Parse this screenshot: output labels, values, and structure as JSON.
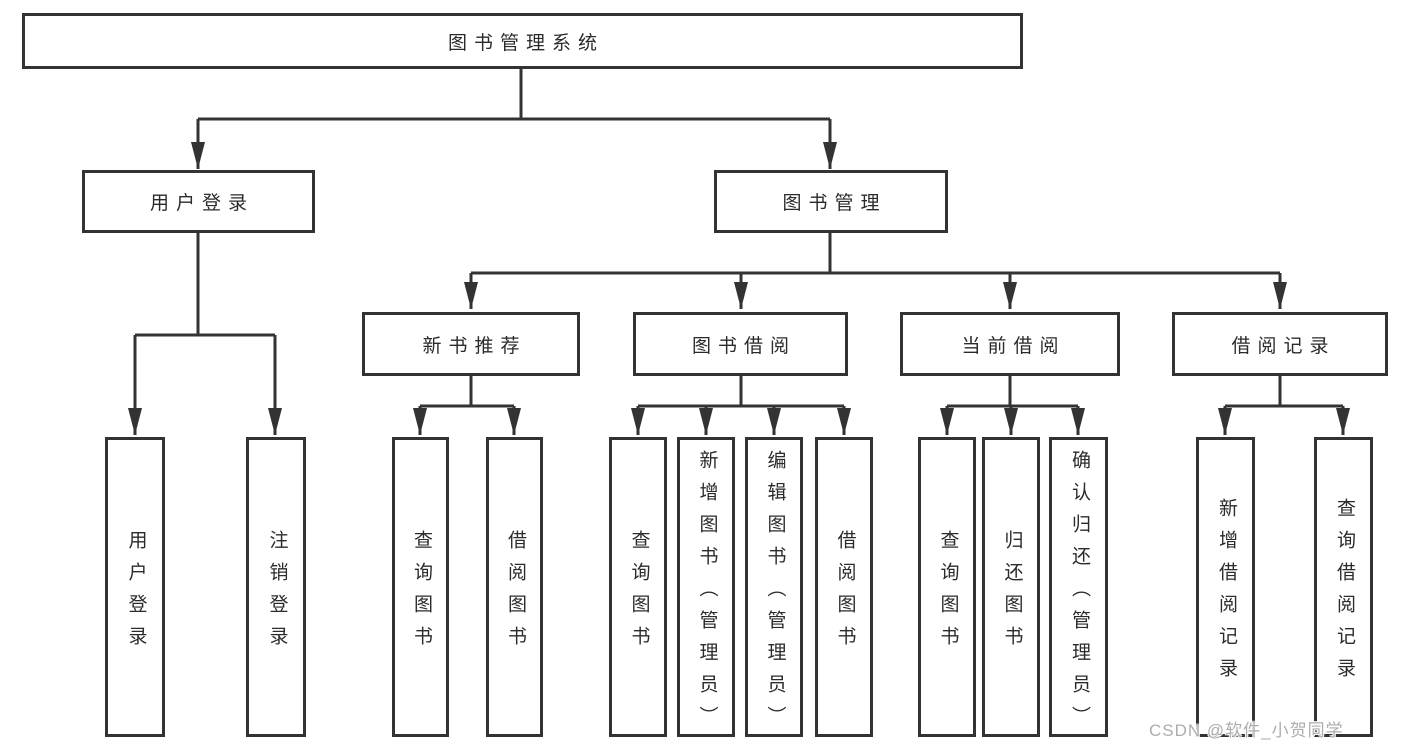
{
  "tree": {
    "label": "图书管理系统",
    "children": [
      {
        "label": "用户登录",
        "children": [
          {
            "label": "用户登录"
          },
          {
            "label": "注销登录"
          }
        ]
      },
      {
        "label": "图书管理",
        "children": [
          {
            "label": "新书推荐",
            "children": [
              {
                "label": "查询图书"
              },
              {
                "label": "借阅图书"
              }
            ]
          },
          {
            "label": "图书借阅",
            "children": [
              {
                "label": "查询图书"
              },
              {
                "label": "新增图书（管理员）"
              },
              {
                "label": "编辑图书（管理员）"
              },
              {
                "label": "借阅图书"
              }
            ]
          },
          {
            "label": "当前借阅",
            "children": [
              {
                "label": "查询图书"
              },
              {
                "label": "归还图书"
              },
              {
                "label": "确认归还（管理员）"
              }
            ]
          },
          {
            "label": "借阅记录",
            "children": [
              {
                "label": "新增借阅记录"
              },
              {
                "label": "查询借阅记录"
              }
            ]
          }
        ]
      }
    ]
  },
  "watermark": {
    "text": "CSDN @软件_小贺同学"
  },
  "colors": {
    "line": "#333333",
    "text": "#2b2b2b",
    "box_background": "#ffffff",
    "page_background": "#ffffff",
    "watermark": "#adadad"
  }
}
